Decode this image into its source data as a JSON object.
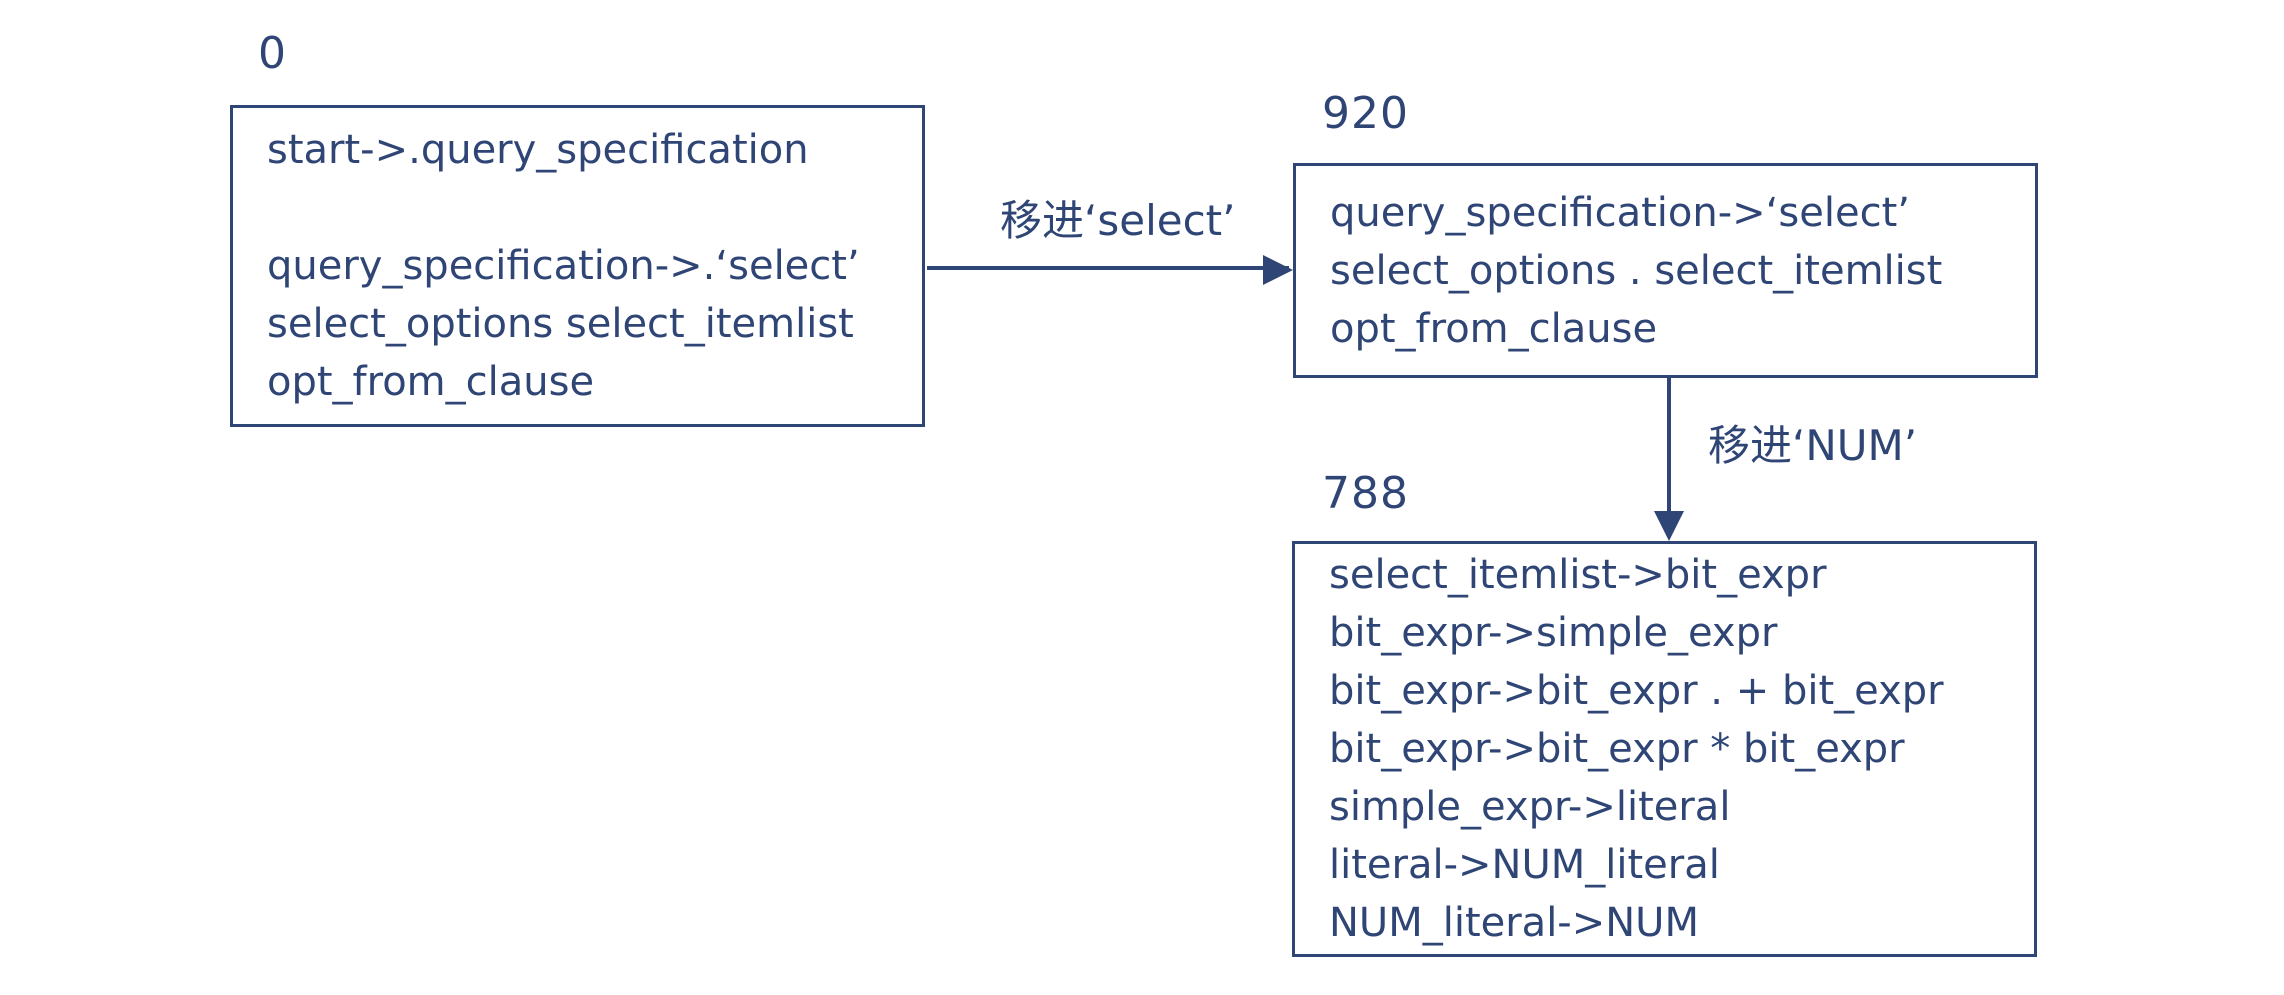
{
  "diagram": {
    "title": "LR parser item-set transition diagram",
    "accent_color": "#2f4575",
    "background_color": "#ffffff",
    "states": [
      {
        "id": "0",
        "label": "0",
        "items": [
          "start->.query_specification",
          "",
          "query_specification->.‘select’",
          "select_options select_itemlist",
          "opt_from_clause"
        ]
      },
      {
        "id": "920",
        "label": "920",
        "items": [
          "query_specification->‘select’",
          "select_options . select_itemlist",
          "opt_from_clause"
        ]
      },
      {
        "id": "788",
        "label": "788",
        "items": [
          "select_itemlist->bit_expr",
          "bit_expr->simple_expr",
          "bit_expr->bit_expr . + bit_expr",
          "bit_expr->bit_expr * bit_expr",
          "simple_expr->literal",
          "literal->NUM_literal",
          "NUM_literal->NUM"
        ]
      }
    ],
    "edges": [
      {
        "from": "0",
        "to": "920",
        "label": "移进‘select’",
        "direction": "right"
      },
      {
        "from": "920",
        "to": "788",
        "label": "移进‘NUM’",
        "direction": "down"
      }
    ]
  }
}
